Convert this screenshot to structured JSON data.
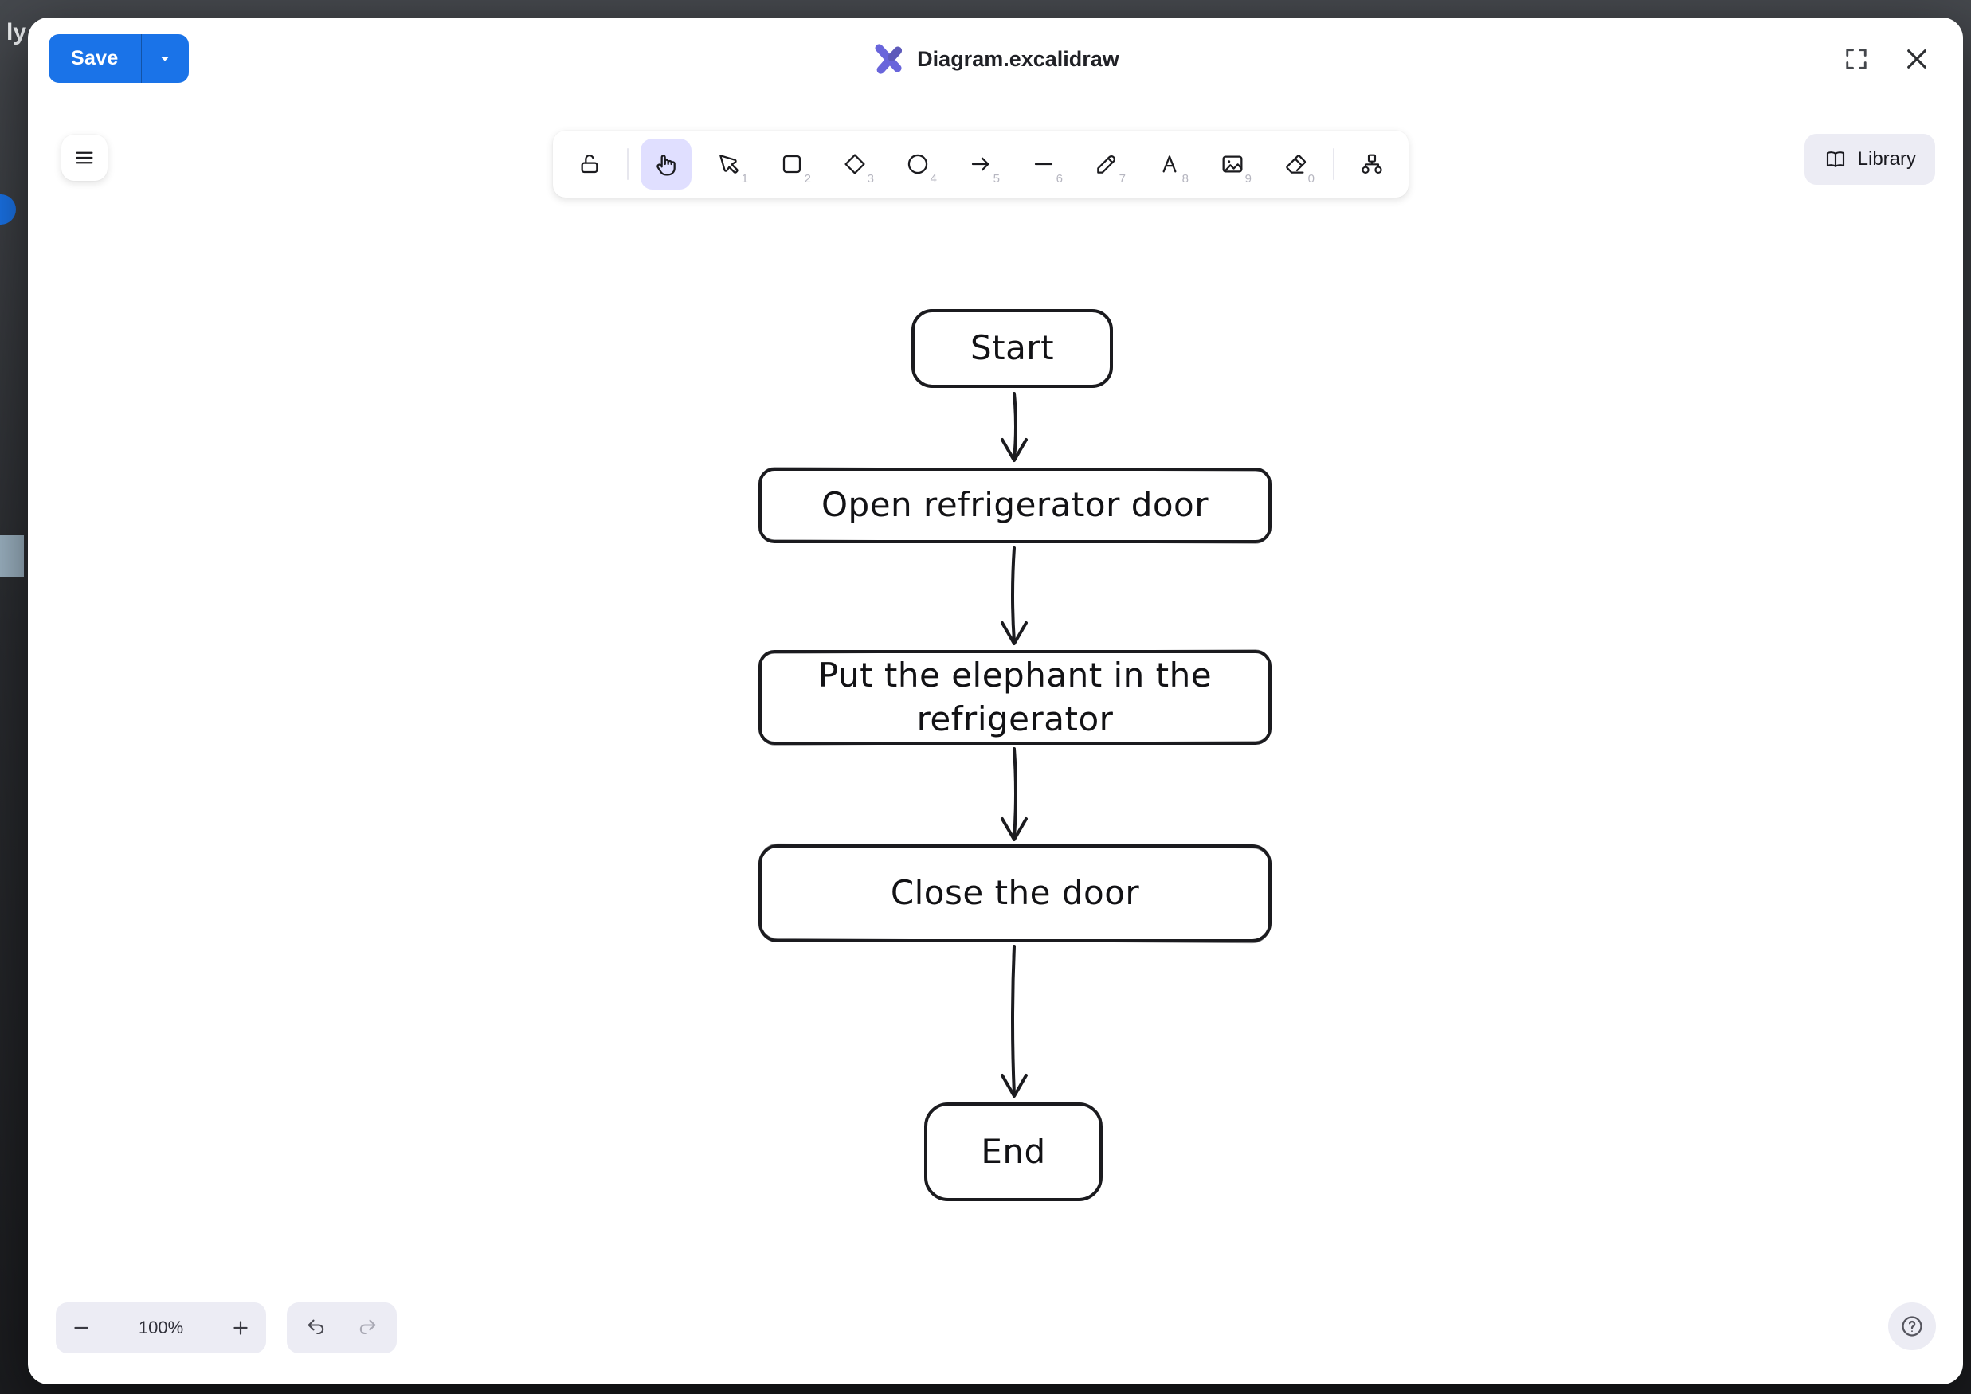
{
  "overlay": {
    "partial_text": "ly F"
  },
  "header": {
    "save_label": "Save",
    "title": "Diagram.excalidraw"
  },
  "toolbar": {
    "library_label": "Library",
    "tools": [
      {
        "id": "lock",
        "shortcut": ""
      },
      {
        "id": "hand",
        "shortcut": "",
        "selected": true
      },
      {
        "id": "selection",
        "shortcut": "1"
      },
      {
        "id": "rectangle",
        "shortcut": "2"
      },
      {
        "id": "diamond",
        "shortcut": "3"
      },
      {
        "id": "ellipse",
        "shortcut": "4"
      },
      {
        "id": "arrow",
        "shortcut": "5"
      },
      {
        "id": "line",
        "shortcut": "6"
      },
      {
        "id": "draw",
        "shortcut": "7"
      },
      {
        "id": "text",
        "shortcut": "8"
      },
      {
        "id": "image",
        "shortcut": "9"
      },
      {
        "id": "eraser",
        "shortcut": "0"
      },
      {
        "id": "more-shapes",
        "shortcut": ""
      }
    ]
  },
  "canvas": {
    "nodes": [
      {
        "label": "Start"
      },
      {
        "label": "Open refrigerator door"
      },
      {
        "label": "Put the elephant in the refrigerator"
      },
      {
        "label": "Close the door"
      },
      {
        "label": "End"
      }
    ]
  },
  "footer": {
    "zoom_level": "100%"
  },
  "colors": {
    "save_blue": "#1a73e8",
    "logo_purple": "#6965db",
    "selected_tool_bg": "#e0dfff",
    "stroke": "#1b1b1f"
  }
}
